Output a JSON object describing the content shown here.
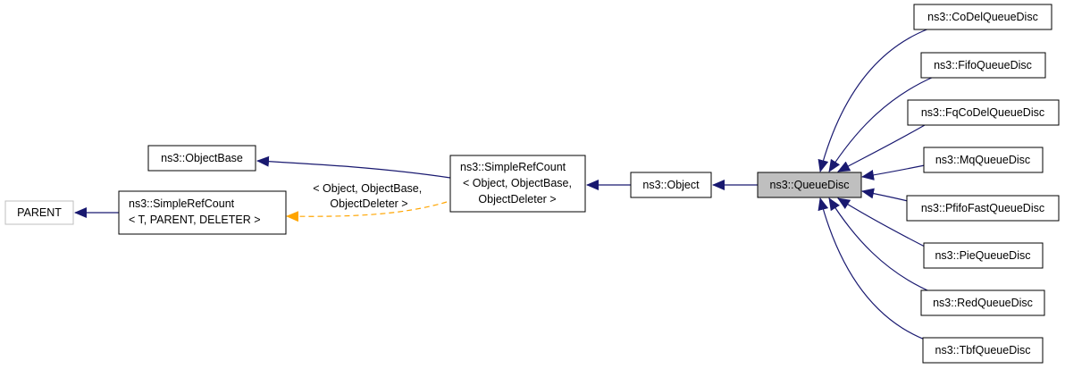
{
  "colors": {
    "edge": "#191970",
    "template_edge": "#ffa500",
    "node_border": "#000000",
    "node_border_external": "#bfbfbf",
    "focus_fill": "#bfbfbf",
    "node_fill": "#ffffff"
  },
  "nodes": {
    "parent": {
      "lines": [
        "PARENT"
      ]
    },
    "simple_ref_count_template": {
      "lines": [
        "ns3::SimpleRefCount",
        "< T, PARENT, DELETER >"
      ]
    },
    "object_base": {
      "lines": [
        "ns3::ObjectBase"
      ]
    },
    "simple_ref_count_object": {
      "lines": [
        "ns3::SimpleRefCount",
        "< Object, ObjectBase,",
        "ObjectDeleter >"
      ]
    },
    "object": {
      "lines": [
        "ns3::Object"
      ]
    },
    "queue_disc": {
      "lines": [
        "ns3::QueueDisc"
      ]
    },
    "codel": {
      "lines": [
        "ns3::CoDelQueueDisc"
      ]
    },
    "fifo": {
      "lines": [
        "ns3::FifoQueueDisc"
      ]
    },
    "fqcodel": {
      "lines": [
        "ns3::FqCoDelQueueDisc"
      ]
    },
    "mq": {
      "lines": [
        "ns3::MqQueueDisc"
      ]
    },
    "pfifo_fast": {
      "lines": [
        "ns3::PfifoFastQueueDisc"
      ]
    },
    "pie": {
      "lines": [
        "ns3::PieQueueDisc"
      ]
    },
    "red": {
      "lines": [
        "ns3::RedQueueDisc"
      ]
    },
    "tbf": {
      "lines": [
        "ns3::TbfQueueDisc"
      ]
    }
  },
  "edge_labels": {
    "template_args": [
      "< Object, ObjectBase,",
      "ObjectDeleter >"
    ]
  }
}
